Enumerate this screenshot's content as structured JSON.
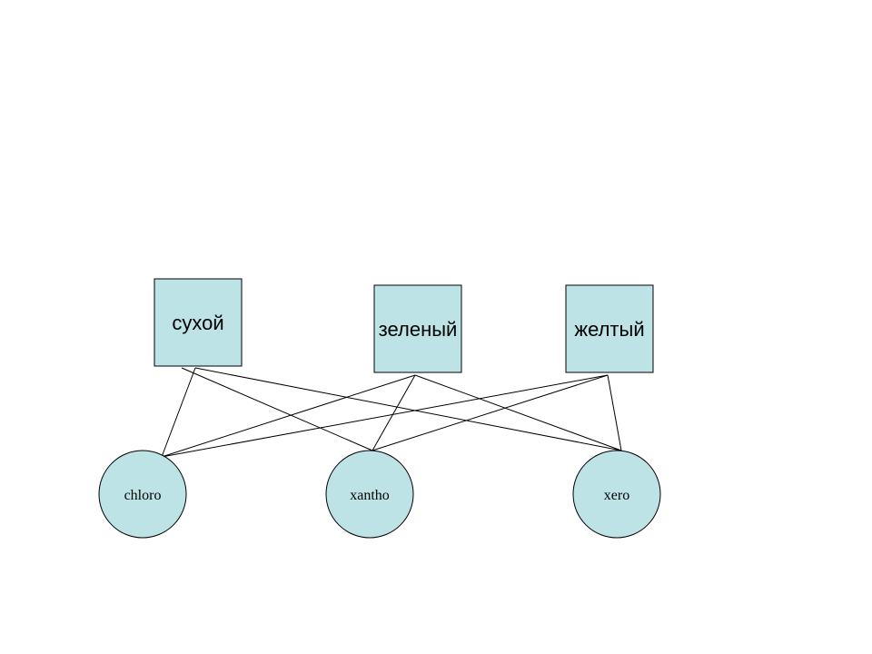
{
  "diagram": {
    "fill_color": "#bde3e6",
    "stroke_color": "#000000",
    "words": [
      {
        "id": "dry",
        "label": "сухой"
      },
      {
        "id": "green",
        "label": "зеленый"
      },
      {
        "id": "yellow",
        "label": "желтый"
      }
    ],
    "roots": [
      {
        "id": "chloro",
        "label": "chloro"
      },
      {
        "id": "xantho",
        "label": "xantho"
      },
      {
        "id": "xero",
        "label": "xero"
      }
    ],
    "links": [
      {
        "from": "dry",
        "to": "chloro"
      },
      {
        "from": "dry",
        "to": "xantho"
      },
      {
        "from": "dry",
        "to": "xero"
      },
      {
        "from": "green",
        "to": "chloro"
      },
      {
        "from": "green",
        "to": "xantho"
      },
      {
        "from": "green",
        "to": "xero"
      },
      {
        "from": "yellow",
        "to": "chloro"
      },
      {
        "from": "yellow",
        "to": "xantho"
      },
      {
        "from": "yellow",
        "to": "xero"
      }
    ]
  }
}
